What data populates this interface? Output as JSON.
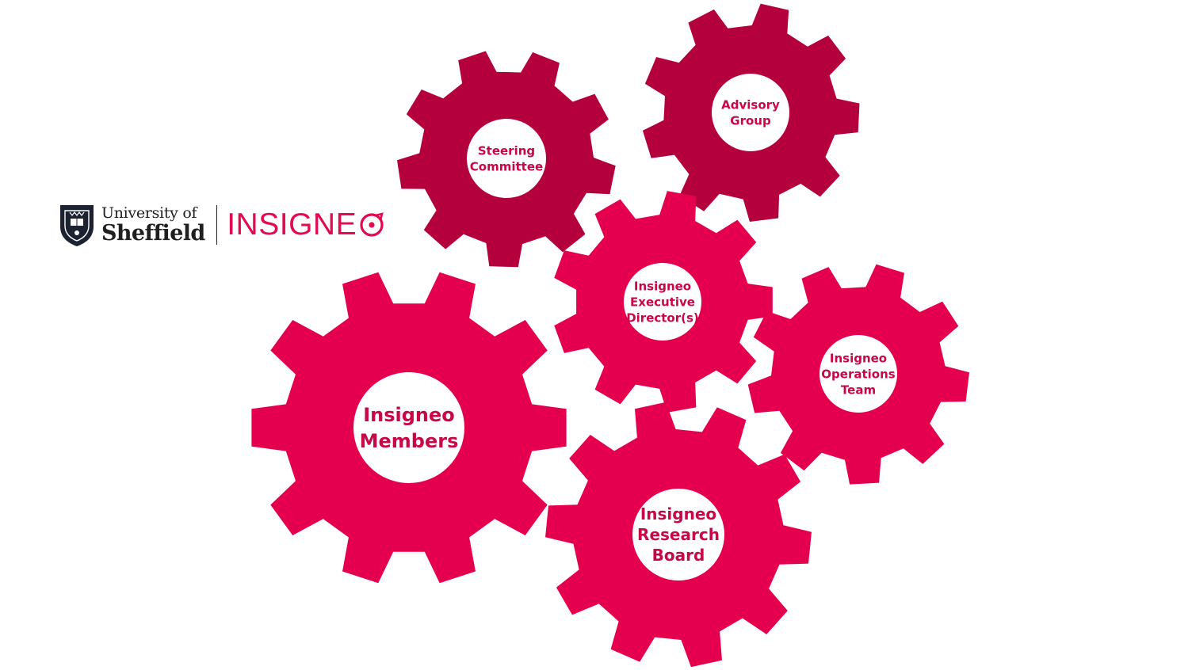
{
  "branding": {
    "university_line1": "University of",
    "university_line2": "Sheffield",
    "insigneo_wordmark": "INSIGNE",
    "insigneo_icon": "insigneo-o-target-icon",
    "crest_icon": "university-crest-icon"
  },
  "colors": {
    "dark_gear": "#b5003e",
    "bright_gear": "#e4004e",
    "label_text": "#c8064a",
    "brand": "#e30a4f"
  },
  "gears": [
    {
      "id": "steering-committee",
      "lines": [
        "Steering",
        "Committee"
      ],
      "shade": "dark"
    },
    {
      "id": "advisory-group",
      "lines": [
        "Advisory",
        "Group"
      ],
      "shade": "dark"
    },
    {
      "id": "executive-directors",
      "lines": [
        "Insigneo",
        "Executive",
        "Director(s)"
      ],
      "shade": "bright"
    },
    {
      "id": "operations-team",
      "lines": [
        "Insigneo",
        "Operations",
        "Team"
      ],
      "shade": "bright"
    },
    {
      "id": "members",
      "lines": [
        "Insigneo",
        "Members"
      ],
      "shade": "bright"
    },
    {
      "id": "research-board",
      "lines": [
        "Insigneo",
        "Research",
        "Board"
      ],
      "shade": "bright"
    }
  ]
}
